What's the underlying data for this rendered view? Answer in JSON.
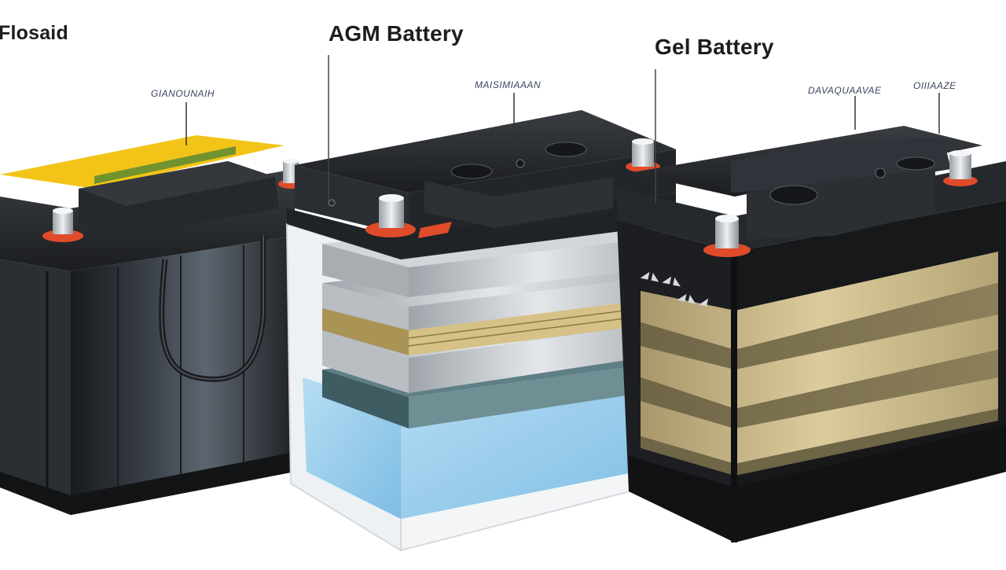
{
  "diagram": {
    "batteries": [
      {
        "title": "Flosaid",
        "callout": "GIANOUNAIH"
      },
      {
        "title": "AGM Battery",
        "callout": "MAISIMIAAAN"
      },
      {
        "title": "Gel Battery",
        "callouts": [
          "DAVAQUAAVAE",
          "OIIIAAZE"
        ]
      }
    ],
    "colors": {
      "case_dark": "#1f2226",
      "lid_dark": "#2a2d31",
      "label_yellow": "#f2c417",
      "terminal_red": "#e04b2a",
      "terminal_metal": "#c9ccd0",
      "electrolyte_blue": "#8fc9ea",
      "gel_tan": "#c9b98a",
      "plate_silver": "#cfd3d7"
    }
  }
}
